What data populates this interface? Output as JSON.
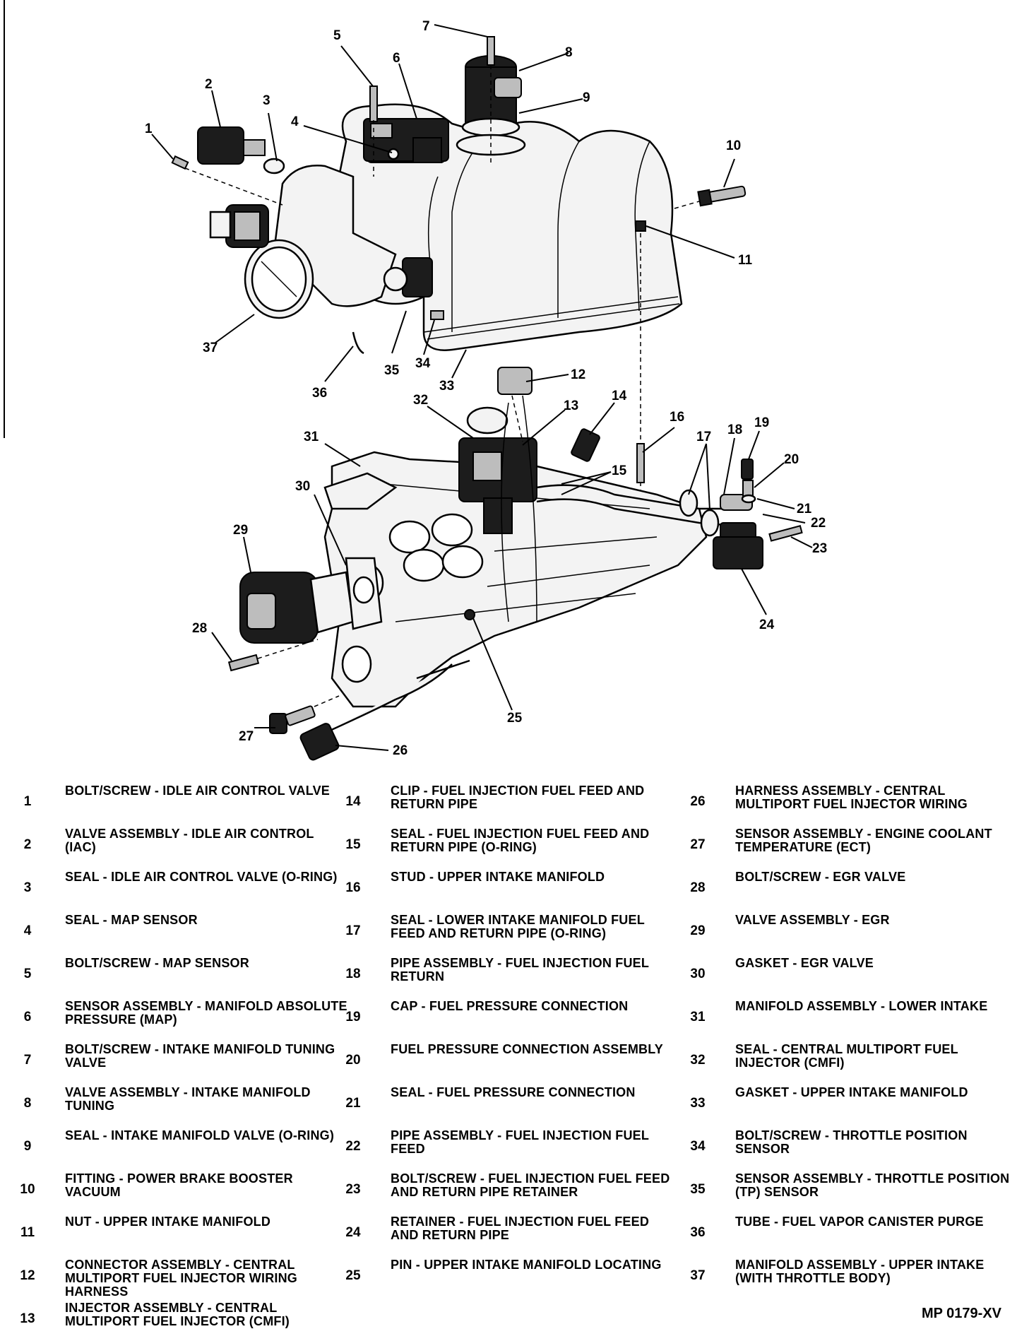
{
  "callouts": [
    "1",
    "2",
    "3",
    "4",
    "5",
    "6",
    "7",
    "8",
    "9",
    "10",
    "11",
    "12",
    "13",
    "14",
    "15",
    "16",
    "17",
    "18",
    "19",
    "20",
    "21",
    "22",
    "23",
    "24",
    "25",
    "26",
    "27",
    "28",
    "29",
    "30",
    "31",
    "32",
    "33",
    "34",
    "35",
    "36",
    "37"
  ],
  "legend": [
    {
      "num": "1",
      "text": "BOLT/SCREW - IDLE AIR CONTROL VALVE"
    },
    {
      "num": "2",
      "text": "VALVE ASSEMBLY - IDLE AIR CONTROL (IAC)"
    },
    {
      "num": "3",
      "text": "SEAL - IDLE AIR CONTROL VALVE (O-RING)"
    },
    {
      "num": "4",
      "text": "SEAL - MAP SENSOR"
    },
    {
      "num": "5",
      "text": "BOLT/SCREW - MAP SENSOR"
    },
    {
      "num": "6",
      "text": "SENSOR ASSEMBLY - MANIFOLD ABSOLUTE PRESSURE (MAP)"
    },
    {
      "num": "7",
      "text": "BOLT/SCREW - INTAKE MANIFOLD TUNING VALVE"
    },
    {
      "num": "8",
      "text": "VALVE ASSEMBLY - INTAKE MANIFOLD TUNING"
    },
    {
      "num": "9",
      "text": "SEAL - INTAKE MANIFOLD VALVE (O-RING)"
    },
    {
      "num": "10",
      "text": "FITTING - POWER BRAKE BOOSTER VACUUM"
    },
    {
      "num": "11",
      "text": "NUT - UPPER INTAKE MANIFOLD"
    },
    {
      "num": "12",
      "text": "CONNECTOR ASSEMBLY - CENTRAL MULTIPORT FUEL INJECTOR WIRING HARNESS"
    },
    {
      "num": "13",
      "text": "INJECTOR ASSEMBLY - CENTRAL MULTIPORT FUEL INJECTOR (CMFI)"
    },
    {
      "num": "14",
      "text": "CLIP - FUEL INJECTION FUEL FEED AND RETURN PIPE"
    },
    {
      "num": "15",
      "text": "SEAL - FUEL INJECTION FUEL FEED AND RETURN PIPE (O-RING)"
    },
    {
      "num": "16",
      "text": "STUD - UPPER INTAKE MANIFOLD"
    },
    {
      "num": "17",
      "text": "SEAL - LOWER INTAKE MANIFOLD FUEL FEED AND RETURN PIPE (O-RING)"
    },
    {
      "num": "18",
      "text": "PIPE ASSEMBLY - FUEL INJECTION FUEL RETURN"
    },
    {
      "num": "19",
      "text": "CAP - FUEL PRESSURE CONNECTION"
    },
    {
      "num": "20",
      "text": "FUEL PRESSURE CONNECTION ASSEMBLY"
    },
    {
      "num": "21",
      "text": "SEAL - FUEL PRESSURE CONNECTION"
    },
    {
      "num": "22",
      "text": "PIPE ASSEMBLY - FUEL INJECTION FUEL FEED"
    },
    {
      "num": "23",
      "text": "BOLT/SCREW - FUEL INJECTION FUEL FEED AND RETURN PIPE RETAINER"
    },
    {
      "num": "24",
      "text": "RETAINER - FUEL INJECTION FUEL FEED AND RETURN PIPE"
    },
    {
      "num": "25",
      "text": "PIN - UPPER INTAKE MANIFOLD LOCATING"
    },
    {
      "num": "26",
      "text": "HARNESS ASSEMBLY - CENTRAL MULTIPORT FUEL INJECTOR WIRING"
    },
    {
      "num": "27",
      "text": "SENSOR ASSEMBLY - ENGINE COOLANT TEMPERATURE (ECT)"
    },
    {
      "num": "28",
      "text": "BOLT/SCREW - EGR VALVE"
    },
    {
      "num": "29",
      "text": "VALVE ASSEMBLY - EGR"
    },
    {
      "num": "30",
      "text": "GASKET - EGR VALVE"
    },
    {
      "num": "31",
      "text": "MANIFOLD ASSEMBLY - LOWER INTAKE"
    },
    {
      "num": "32",
      "text": "SEAL - CENTRAL MULTIPORT FUEL INJECTOR (CMFI)"
    },
    {
      "num": "33",
      "text": "GASKET - UPPER INTAKE MANIFOLD"
    },
    {
      "num": "34",
      "text": "BOLT/SCREW - THROTTLE POSITION SENSOR"
    },
    {
      "num": "35",
      "text": "SENSOR ASSEMBLY - THROTTLE POSITION (TP) SENSOR"
    },
    {
      "num": "36",
      "text": "TUBE - FUEL VAPOR CANISTER PURGE"
    },
    {
      "num": "37",
      "text": "MANIFOLD ASSEMBLY - UPPER INTAKE (WITH THROTTLE BODY)"
    }
  ],
  "figure_code": "MP 0179-XV"
}
